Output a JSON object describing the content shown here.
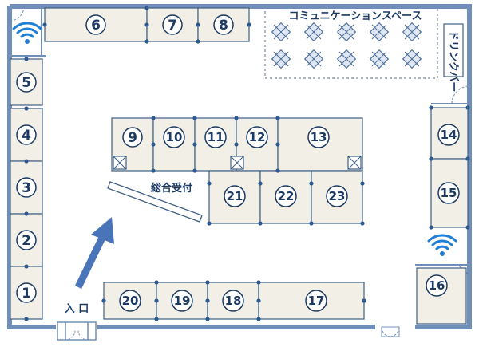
{
  "floor": {
    "booths": [
      "1",
      "2",
      "3",
      "4",
      "5",
      "6",
      "7",
      "8",
      "9",
      "10",
      "11",
      "12",
      "13",
      "14",
      "15",
      "16",
      "17",
      "18",
      "19",
      "20",
      "21",
      "22",
      "23"
    ],
    "labels": {
      "community": "コミュニケーションスペース",
      "drink_bar": "ドリンクバー",
      "reception": "総合受付",
      "entrance": "入 口"
    },
    "icons": [
      "wifi-icon",
      "wifi-icon",
      "arrow-up-icon",
      "door-icon",
      "door-icon",
      "door-icon",
      "table-icon"
    ],
    "colors": {
      "wall": "#6f8fb8",
      "booth_fill": "#f2f0e6",
      "booth_border": "#3f5f86",
      "arrow": "#4a74b8",
      "wifi": "#1f7fd6",
      "dashed": "#7a8aa0"
    }
  }
}
